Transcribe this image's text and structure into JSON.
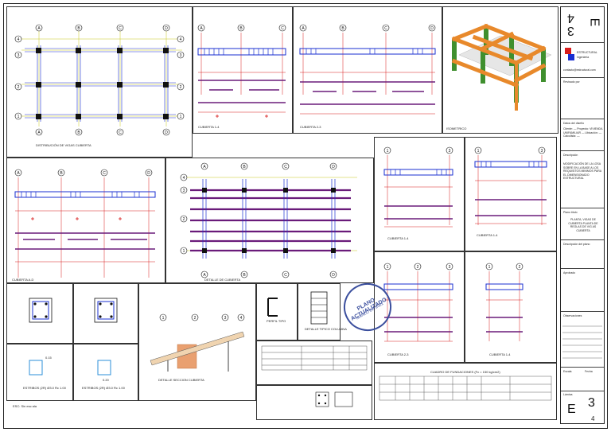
{
  "sheet": {
    "number": "3",
    "total": "4",
    "revision": "E",
    "rotated_number": "4",
    "rotated_rev": "3"
  },
  "axes": {
    "letters": [
      "A",
      "B",
      "C",
      "D"
    ],
    "numbers": [
      "1",
      "2",
      "3",
      "4"
    ]
  },
  "panels": {
    "plan_title": "DISTRIBUCIÓN DE VIGAS CUBIERTA",
    "section_a": "CUBIERTA 1-4",
    "section_b": "CUBIERTA 2-3",
    "iso_title": "ISOMETRICO",
    "section_c": "CUBIERTA A-D",
    "plan2_title": "DETALLE DE CUBIERTA",
    "section_d": "CUBIERTA 1-4",
    "section_e": "CUBIERTA 1-4",
    "section_f": "CUBIERTA 2-3",
    "section_g": "CUBIERTA 1-4",
    "stirrup1": "ESTRIBOS (2R) Ø3.0 Rc 1.00",
    "stirrup2": "ESTRIBOS (2R) Ø3.0 Rc 1.00",
    "roof_detail": "DETALLE SECCION CUBIERTA",
    "purlin_title": "PERFIL TIPO",
    "column_detail": "DETALLE TIPICO COLUMNA",
    "footing_table": "CUADRO DE FUNDACIONES (Fc = 150 kg/cm2)",
    "footer_note": "ESC: Sin esc ala",
    "stirrup_dim1": "0.15",
    "stirrup_dim2": "0.20"
  },
  "stamp": {
    "line1": "PLANO ACTUALIZADO",
    "line2": "MARZO DE 2021"
  },
  "title_block": {
    "logo_text": "ESTRUCTURAL",
    "logo_sub": "ingenieria",
    "email": "contacto@estructural.com",
    "revised_by": "Revisado por",
    "project_label": "Datos del diseño",
    "project_lines": "Cliente: — Proyecto: VIVIENDA UNIFAMILIAR — Ubicación: — Calculista: —",
    "approved": "Aprobado",
    "description_label": "Descripción",
    "description": "MODIFICACIÓN DE LA LOSA SOBRE EN LA BASE A LOS REQUISITOS MINIMOS PARA EL DIMENSIONADO ESTRUCTURAL",
    "drawing_label": "Plano título",
    "drawing_title": "PLANTA, VIGAS DE CUBIERTA PLANTA DE REGLAS DE VIG AS CUBIERTA",
    "drawing_description_label": "Descripción del plano",
    "observations": "Observaciones",
    "scale_label": "Escala",
    "sheet_label": "Lámina",
    "date_label": "Fecha"
  },
  "colors": {
    "column_green": "#3f8f2e",
    "beam_orange": "#e8892b",
    "rebar_purple": "#6a1b7a",
    "dim_red": "#d81b1b",
    "axis_blue": "#1a2fd1",
    "stamp_blue": "#3b4f9e"
  }
}
